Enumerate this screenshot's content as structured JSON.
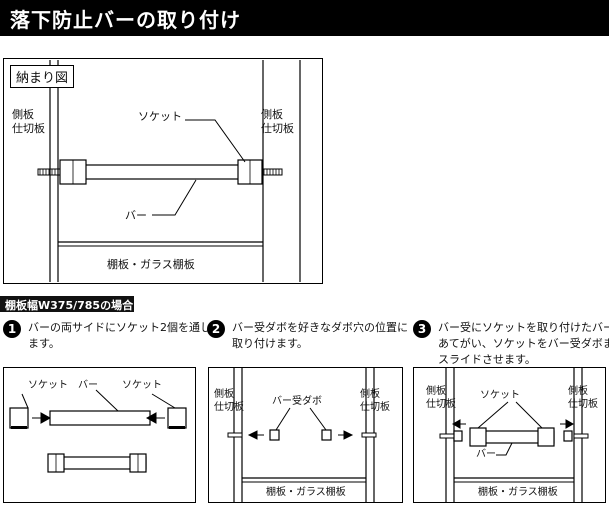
{
  "header": {
    "title": "落下防止バーの取り付け"
  },
  "diagram_main": {
    "box_label": "納まり図",
    "side_left": [
      "側板",
      "仕切板"
    ],
    "side_right": [
      "側板",
      "仕切板"
    ],
    "socket": "ソケット",
    "bar": "バー",
    "shelf": "棚板・ガラス棚板"
  },
  "section": {
    "title": "棚板幅W375/785の場合"
  },
  "steps": [
    {
      "num": "1",
      "lines": [
        "バーの両サイドにソケット2個を通し",
        "ます。"
      ]
    },
    {
      "num": "2",
      "lines": [
        "バー受ダボを好きなダボ穴の位置に",
        "取り付けます。"
      ]
    },
    {
      "num": "3",
      "lines": [
        "バー受にソケットを取り付けたバーを",
        "あてがい、ソケットをバー受ダボまで",
        "スライドさせます。"
      ]
    }
  ],
  "panel1": {
    "socket_left": "ソケット",
    "bar": "バー",
    "socket_right": "ソケット"
  },
  "panel2": {
    "side_left": [
      "側板",
      "仕切板"
    ],
    "side_right": [
      "側板",
      "仕切板"
    ],
    "dabo": "バー受ダボ",
    "shelf": "棚板・ガラス棚板"
  },
  "panel3": {
    "side_left": [
      "側板",
      "仕切板"
    ],
    "side_right": [
      "側板",
      "仕切板"
    ],
    "socket": "ソケット",
    "bar": "バー",
    "shelf": "棚板・ガラス棚板"
  }
}
